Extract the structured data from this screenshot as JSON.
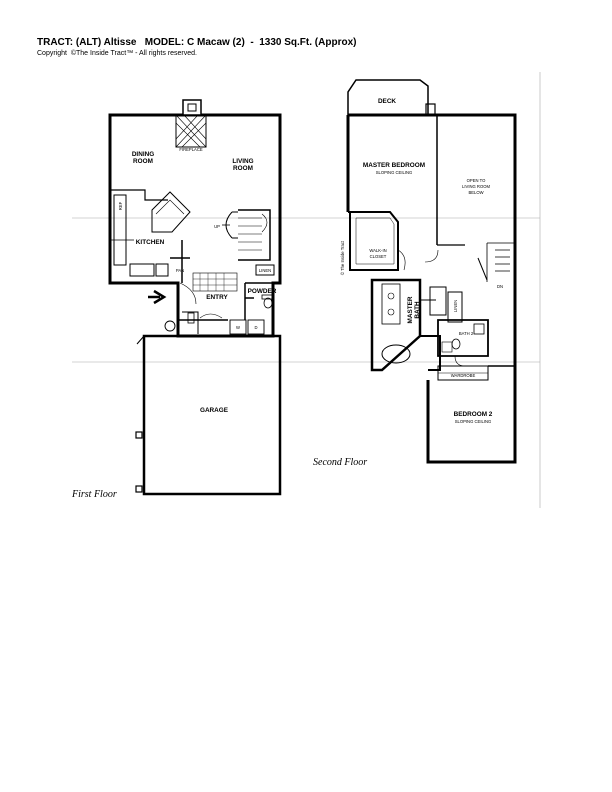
{
  "header": {
    "title": "TRACT: (ALT) Altisse   MODEL: C Macaw (2)  -  1330 Sq.Ft. (Approx)",
    "copyright": "Copyright  ©The Inside Tract™ - All rights reserved."
  },
  "first_floor": {
    "label": "First Floor",
    "rooms": {
      "fireplace": "FIREPLACE",
      "dining_1": "DINING",
      "dining_2": "ROOM",
      "living_1": "LIVING",
      "living_2": "ROOM",
      "kitchen": "KITCHEN",
      "up": "UP",
      "linen": "LINEN",
      "powder": "POWDER",
      "entry": "ENTRY",
      "w": "W",
      "d": "D",
      "garage": "GARAGE",
      "ref": "REF",
      "pan": "PAN"
    }
  },
  "second_floor": {
    "label": "Second Floor",
    "watermark": "© The Inside Tract",
    "rooms": {
      "deck": "DECK",
      "master_bedroom": "MASTER BEDROOM",
      "master_ceiling": "SLOPING CEILING",
      "open_1": "OPEN TO",
      "open_2": "LIVING ROOM",
      "open_3": "BELOW",
      "walkin_1": "WALK-IN",
      "walkin_2": "CLOSET",
      "master_bath_1": "MASTER",
      "master_bath_2": "BATH",
      "linen": "LINEN",
      "bath2": "BATH 2",
      "wardrobe": "WARDROBE",
      "bedroom2": "BEDROOM 2",
      "bedroom2_ceiling": "SLOPING CEILING",
      "dn": "DN"
    }
  }
}
